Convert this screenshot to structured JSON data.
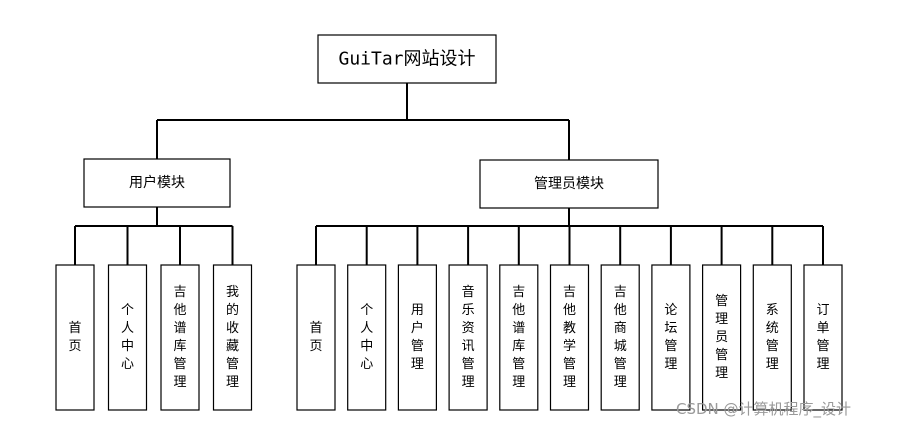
{
  "root": {
    "label": "GuiTar网站设计"
  },
  "modules": [
    {
      "label": "用户模块",
      "children": [
        "首页",
        "个人中心",
        "吉他谱库管理",
        "我的收藏管理"
      ]
    },
    {
      "label": "管理员模块",
      "children": [
        "首页",
        "个人中心",
        "用户管理",
        "音乐资讯管理",
        "吉他谱库管理",
        "吉他教学管理",
        "吉他商城管理",
        "论坛管理",
        "管理员管理",
        "系统管理",
        "订单管理"
      ]
    }
  ],
  "watermark": "CSDN @计算机程序_设计"
}
